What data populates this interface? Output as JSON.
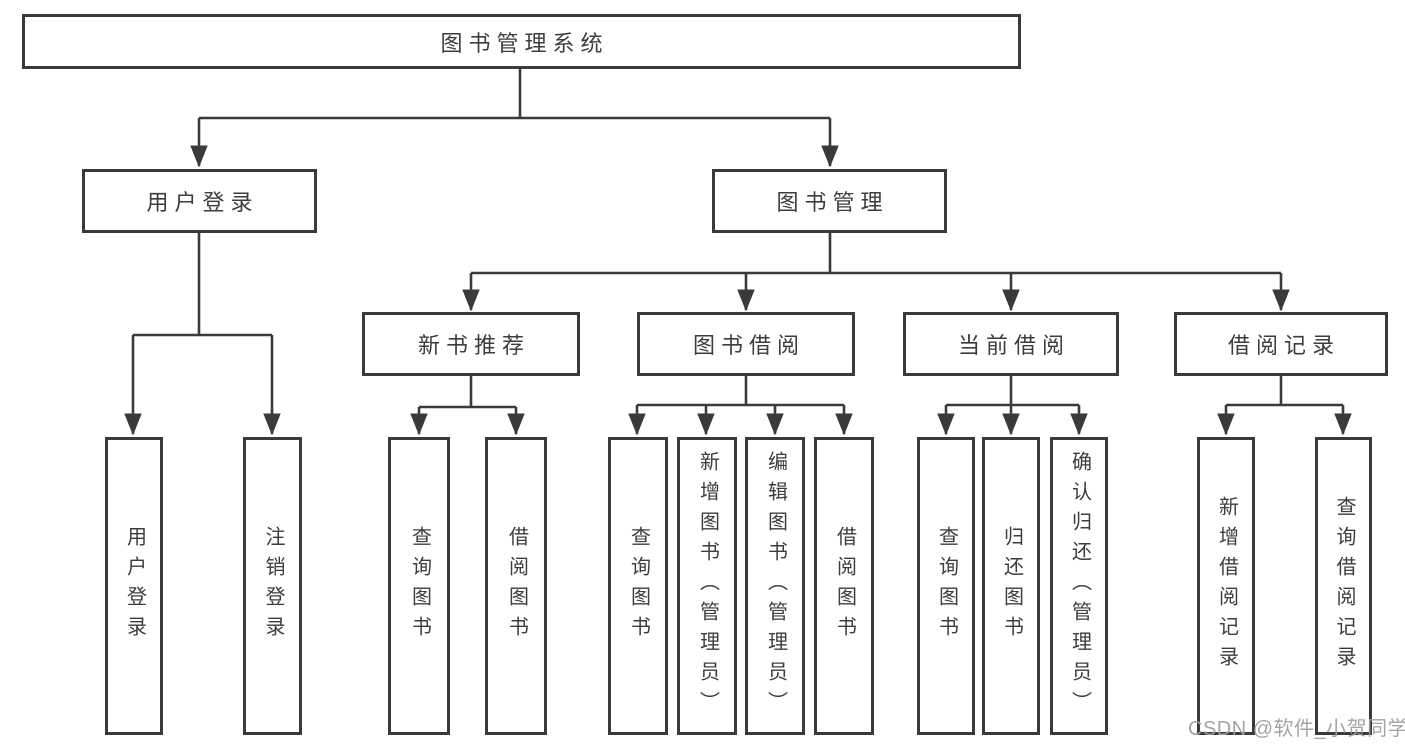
{
  "diagram_title": "图书管理系统",
  "tree": {
    "label": "图书管理系统",
    "children": [
      {
        "label": "用户登录",
        "children": [
          {
            "label": "用户登录"
          },
          {
            "label": "注销登录"
          }
        ]
      },
      {
        "label": "图书管理",
        "children": [
          {
            "label": "新书推荐",
            "children": [
              {
                "label": "查询图书"
              },
              {
                "label": "借阅图书"
              }
            ]
          },
          {
            "label": "图书借阅",
            "children": [
              {
                "label": "查询图书"
              },
              {
                "label": "新增图书（管理员）"
              },
              {
                "label": "编辑图书（管理员）"
              },
              {
                "label": "借阅图书"
              }
            ]
          },
          {
            "label": "当前借阅",
            "children": [
              {
                "label": "查询图书"
              },
              {
                "label": "归还图书"
              },
              {
                "label": "确认归还（管理员）"
              }
            ]
          },
          {
            "label": "借阅记录",
            "children": [
              {
                "label": "新增借阅记录"
              },
              {
                "label": "查询借阅记录"
              }
            ]
          }
        ]
      }
    ]
  },
  "watermark": {
    "text": "CSDN @软件_小贺同学"
  },
  "colors": {
    "line": "#3a3a3a",
    "box_border": "#3a3a3a",
    "text": "#3d3d3d",
    "watermark": "#9e9fa3",
    "background": "#ffffff"
  }
}
